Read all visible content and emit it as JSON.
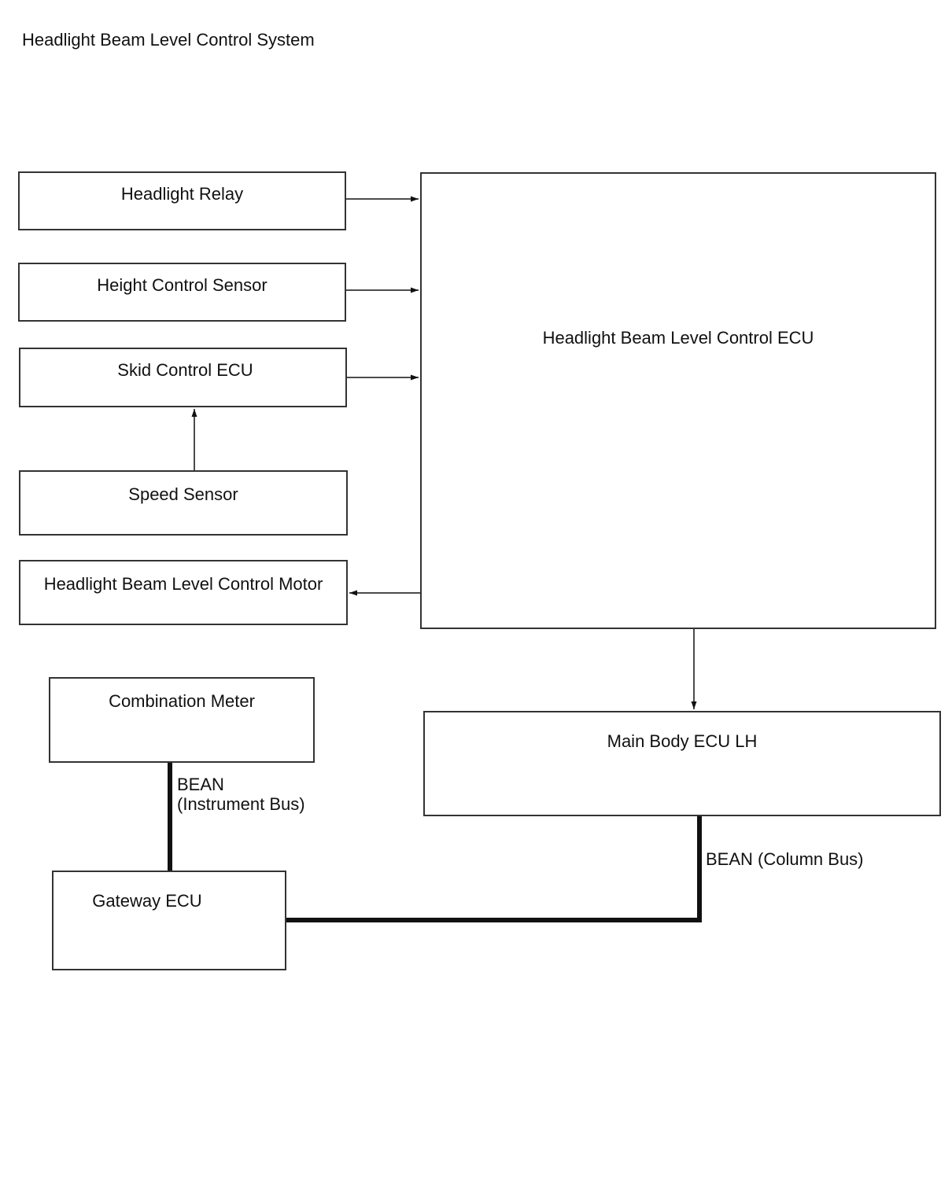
{
  "title": "Headlight Beam Level Control System",
  "components": {
    "headlight_relay": "Headlight Relay",
    "height_control_sensor": "Height Control Sensor",
    "skid_control_ecu": "Skid Control ECU",
    "speed_sensor": "Speed Sensor",
    "beam_level_motor": "Headlight Beam Level Control Motor",
    "beam_level_ecu": "Headlight Beam Level Control ECU",
    "main_body_ecu": "Main Body ECU LH",
    "combination_meter": "Combination Meter",
    "gateway_ecu": "Gateway ECU"
  },
  "buses": {
    "instrument_bus_line1": "BEAN",
    "instrument_bus_line2": "(Instrument Bus)",
    "column_bus": "BEAN (Column Bus)"
  },
  "colors": {
    "line": "#111111",
    "border": "#333333",
    "background": "#ffffff"
  }
}
